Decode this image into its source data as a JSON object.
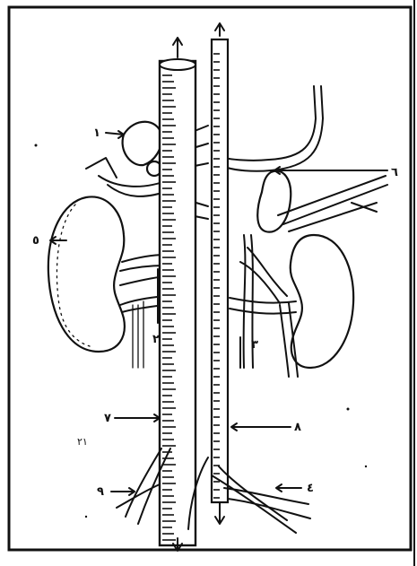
{
  "figure": {
    "labels": [
      {
        "id": "adrenal_right",
        "text": "١"
      },
      {
        "id": "kidney_right",
        "text": "٥"
      },
      {
        "id": "vessel_left_hilum",
        "text": "٢"
      },
      {
        "id": "ureter_left",
        "text": "٣"
      },
      {
        "id": "aorta",
        "text": "٧"
      },
      {
        "id": "vena_cava",
        "text": "٨"
      },
      {
        "id": "iliac_artery",
        "text": "٩"
      },
      {
        "id": "iliac_vein",
        "text": "٤"
      },
      {
        "id": "adrenal_left",
        "text": "٦"
      },
      {
        "id": "margin_note",
        "text": "٢١"
      }
    ]
  }
}
